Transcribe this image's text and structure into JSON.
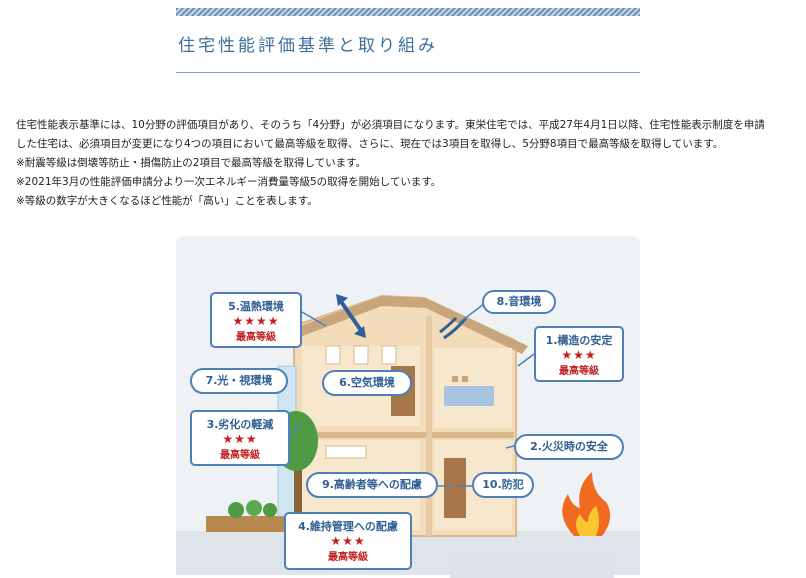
{
  "header": {
    "title": "住宅性能評価基準と取り組み"
  },
  "intro": {
    "line1": "住宅性能表示基準には、10分野の評価項目があり、そのうち「4分野」が必須項目になります。東栄住宅では、平成27年4月1日以降、住宅性能表示制度を申請",
    "line2": "した住宅は、必須項目が変更になり4つの項目において最高等級を取得、さらに、現在では3項目を取得し、5分野8項目で最高等級を取得しています。",
    "note1": "※耐震等級は倒壊等防止・損傷防止の2項目で最高等級を取得しています。",
    "note2": "※2021年3月の性能評価申請分より一次エネルギー消費量等級5の取得を開始しています。",
    "note3": "※等級の数字が大きくなるほど性能が「高い」ことを表します。"
  },
  "diagram": {
    "labels": {
      "thermal": {
        "name": "5.温熱環境",
        "stars": "★★★★",
        "grade": "最高等級"
      },
      "sound": {
        "name": "8.音環境"
      },
      "structure": {
        "name": "1.構造の安定",
        "stars": "★★★",
        "grade": "最高等級"
      },
      "light": {
        "name": "7.光・視環境"
      },
      "air": {
        "name": "6.空気環境"
      },
      "degradation": {
        "name": "3.劣化の軽減",
        "stars": "★★★",
        "grade": "最高等級"
      },
      "fire": {
        "name": "2.火災時の安全"
      },
      "elderly": {
        "name": "9.高齢者等への配慮"
      },
      "crime": {
        "name": "10.防犯"
      },
      "maintenance": {
        "name": "4.維持管理への配慮",
        "stars": "★★★",
        "grade": "最高等級"
      }
    },
    "colors": {
      "label_border": "#4f7fb8",
      "label_text": "#2f5f96",
      "star_red": "#c41e1e",
      "house_wall": "#f2dcb9",
      "roof": "#c9a57c"
    }
  }
}
